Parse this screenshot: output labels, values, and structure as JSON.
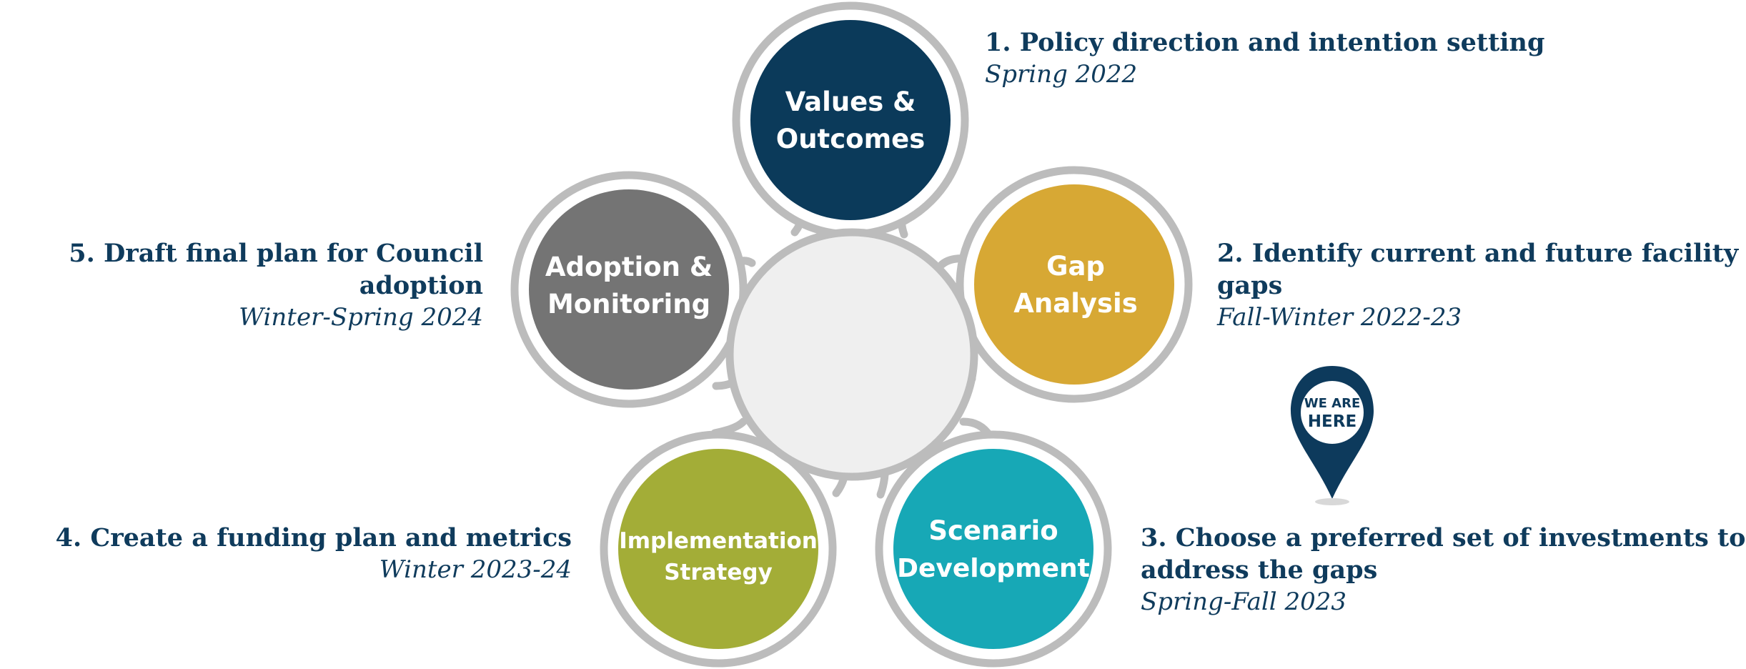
{
  "colors": {
    "outline": "#bcbcbc",
    "center_fill": "#efefef",
    "text": "#0f3b5c",
    "values": "#0b3a5a",
    "gap": "#d7a834",
    "scenario": "#17a8b6",
    "implementation": "#a3ad37",
    "adoption": "#747474"
  },
  "circles": {
    "values": {
      "line1": "Values &",
      "line2": "Outcomes"
    },
    "gap": {
      "line1": "Gap",
      "line2": "Analysis"
    },
    "scenario": {
      "line1": "Scenario",
      "line2": "Development"
    },
    "implementation": {
      "line1": "Implementation",
      "line2": "Strategy"
    },
    "adoption": {
      "line1": "Adoption &",
      "line2": "Monitoring"
    }
  },
  "steps": {
    "s1": {
      "title": "1. Policy direction and intention setting",
      "date": "Spring 2022"
    },
    "s2": {
      "title": "2. Identify current and future facility gaps",
      "date": "Fall-Winter 2022-23"
    },
    "s3": {
      "title_line1": "3. Choose a preferred set of investments to",
      "title_line2": "address the gaps",
      "date": "Spring-Fall 2023"
    },
    "s4": {
      "title": "4. Create a funding plan and metrics",
      "date": "Winter 2023-24"
    },
    "s5": {
      "title": "5. Draft final plan for Council adoption",
      "date": "Winter-Spring 2024"
    }
  },
  "marker": {
    "line1": "WE ARE",
    "line2": "HERE",
    "icon": "location-pin-icon"
  }
}
